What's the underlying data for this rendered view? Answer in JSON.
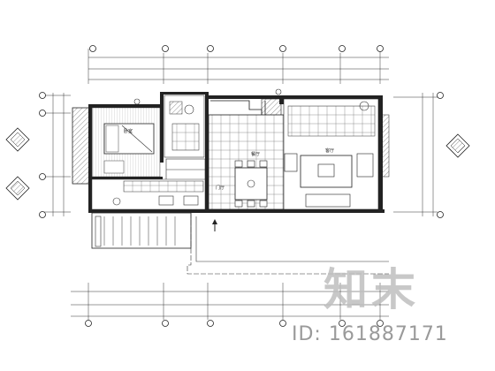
{
  "watermark": {
    "brand": "知末",
    "id_label": "ID: 161887171"
  },
  "rooms": {
    "bedroom": "卧室",
    "living": "客厅",
    "dining": "餐厅",
    "hall": "门厅"
  }
}
